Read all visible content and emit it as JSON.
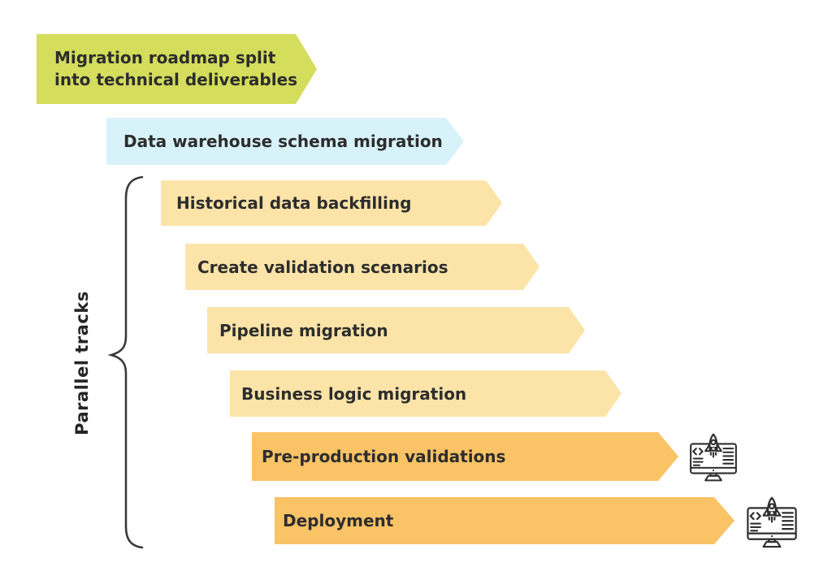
{
  "title_banner": {
    "line1": "Migration roadmap split",
    "line2": "into technical deliverables"
  },
  "side_label": "Parallel tracks",
  "bars": [
    {
      "label": "Data warehouse schema migration",
      "color": "#d8f2f9",
      "group": "sequential",
      "icon": null
    },
    {
      "label": "Historical data backfilling",
      "color": "#fce4a8",
      "group": "parallel-tracks",
      "icon": null
    },
    {
      "label": "Create validation scenarios",
      "color": "#fce4a8",
      "group": "parallel-tracks",
      "icon": null
    },
    {
      "label": "Pipeline migration",
      "color": "#fce4a8",
      "group": "parallel-tracks",
      "icon": null
    },
    {
      "label": "Business logic migration",
      "color": "#fce4a8",
      "group": "parallel-tracks",
      "icon": null
    },
    {
      "label": "Pre-production validations",
      "color": "#f9c366",
      "group": "parallel-tracks",
      "icon": "rocket-launch-monitor-icon"
    },
    {
      "label": "Deployment",
      "color": "#f9c366",
      "group": "parallel-tracks",
      "icon": "rocket-launch-monitor-icon"
    }
  ],
  "colors": {
    "title_banner": "#d4dd5c",
    "phase_blue": "#d8f2f9",
    "phase_cream": "#fce4a8",
    "phase_orange": "#f9c366",
    "text": "#2d2d2d",
    "brace": "#3a3a3a"
  }
}
